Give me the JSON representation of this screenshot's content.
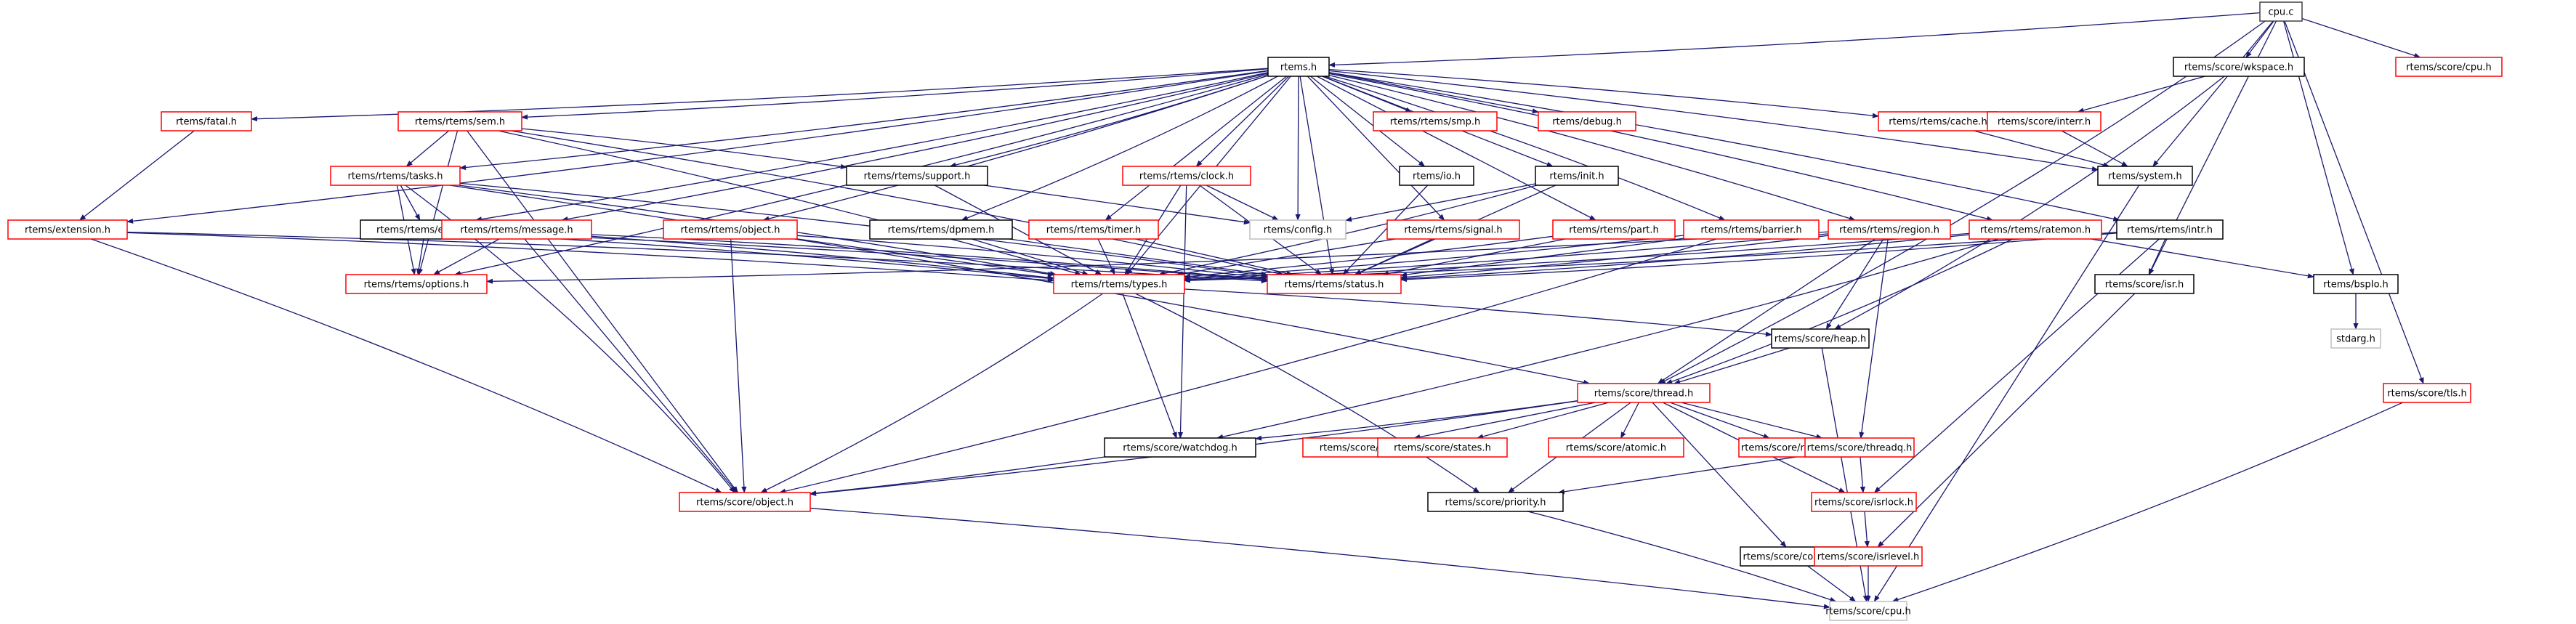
{
  "title": "cpu.c include dependency graph",
  "colors": {
    "edge": "#191970",
    "root_fill": "#bfbfbf",
    "root_border": "#404040",
    "documented_border": "#000000",
    "truncated_border": "#ff0000",
    "external_border": "#bfbfbf"
  },
  "nodes": [
    {
      "id": "cpu_c",
      "label": "cpu.c",
      "kind": "root"
    },
    {
      "id": "rtems_h",
      "label": "rtems.h",
      "kind": "documented"
    },
    {
      "id": "wkspace",
      "label": "rtems/score/wkspace.h",
      "kind": "documented"
    },
    {
      "id": "score_cpu_top",
      "label": "rtems/score/cpu.h",
      "kind": "truncated"
    },
    {
      "id": "fatal",
      "label": "rtems/fatal.h",
      "kind": "truncated"
    },
    {
      "id": "sem",
      "label": "rtems/rtems/sem.h",
      "kind": "truncated"
    },
    {
      "id": "smp",
      "label": "rtems/rtems/smp.h",
      "kind": "truncated"
    },
    {
      "id": "debug",
      "label": "rtems/debug.h",
      "kind": "truncated"
    },
    {
      "id": "cache",
      "label": "rtems/rtems/cache.h",
      "kind": "truncated"
    },
    {
      "id": "interr",
      "label": "rtems/score/interr.h",
      "kind": "truncated"
    },
    {
      "id": "tasks",
      "label": "rtems/rtems/tasks.h",
      "kind": "truncated"
    },
    {
      "id": "support",
      "label": "rtems/rtems/support.h",
      "kind": "documented"
    },
    {
      "id": "clock",
      "label": "rtems/rtems/clock.h",
      "kind": "truncated"
    },
    {
      "id": "io",
      "label": "rtems/io.h",
      "kind": "documented"
    },
    {
      "id": "init",
      "label": "rtems/init.h",
      "kind": "documented"
    },
    {
      "id": "system",
      "label": "rtems/system.h",
      "kind": "documented"
    },
    {
      "id": "extension",
      "label": "rtems/extension.h",
      "kind": "truncated"
    },
    {
      "id": "event",
      "label": "rtems/rtems/event.h",
      "kind": "documented"
    },
    {
      "id": "message",
      "label": "rtems/rtems/message.h",
      "kind": "truncated"
    },
    {
      "id": "object",
      "label": "rtems/rtems/object.h",
      "kind": "truncated"
    },
    {
      "id": "dpmem",
      "label": "rtems/rtems/dpmem.h",
      "kind": "documented"
    },
    {
      "id": "timer",
      "label": "rtems/rtems/timer.h",
      "kind": "truncated"
    },
    {
      "id": "config",
      "label": "rtems/config.h",
      "kind": "external"
    },
    {
      "id": "signal",
      "label": "rtems/rtems/signal.h",
      "kind": "truncated"
    },
    {
      "id": "part",
      "label": "rtems/rtems/part.h",
      "kind": "truncated"
    },
    {
      "id": "barrier",
      "label": "rtems/rtems/barrier.h",
      "kind": "truncated"
    },
    {
      "id": "region",
      "label": "rtems/rtems/region.h",
      "kind": "truncated"
    },
    {
      "id": "ratemon",
      "label": "rtems/rtems/ratemon.h",
      "kind": "truncated"
    },
    {
      "id": "intr",
      "label": "rtems/rtems/intr.h",
      "kind": "documented"
    },
    {
      "id": "options",
      "label": "rtems/rtems/options.h",
      "kind": "truncated"
    },
    {
      "id": "types",
      "label": "rtems/rtems/types.h",
      "kind": "truncated"
    },
    {
      "id": "status",
      "label": "rtems/rtems/status.h",
      "kind": "truncated"
    },
    {
      "id": "isr",
      "label": "rtems/score/isr.h",
      "kind": "documented"
    },
    {
      "id": "bspio",
      "label": "rtems/bspIo.h",
      "kind": "documented"
    },
    {
      "id": "heap",
      "label": "rtems/score/heap.h",
      "kind": "documented"
    },
    {
      "id": "stdarg",
      "label": "stdarg.h",
      "kind": "external"
    },
    {
      "id": "thread",
      "label": "rtems/score/thread.h",
      "kind": "truncated"
    },
    {
      "id": "tls",
      "label": "rtems/score/tls.h",
      "kind": "truncated"
    },
    {
      "id": "watchdog",
      "label": "rtems/score/watchdog.h",
      "kind": "documented"
    },
    {
      "id": "stack",
      "label": "rtems/score/stack.h",
      "kind": "truncated"
    },
    {
      "id": "states",
      "label": "rtems/score/states.h",
      "kind": "truncated"
    },
    {
      "id": "atomic",
      "label": "rtems/score/atomic.h",
      "kind": "truncated"
    },
    {
      "id": "resource",
      "label": "rtems/score/resource.h",
      "kind": "truncated"
    },
    {
      "id": "threadq",
      "label": "rtems/score/threadq.h",
      "kind": "truncated"
    },
    {
      "id": "score_object",
      "label": "rtems/score/object.h",
      "kind": "truncated"
    },
    {
      "id": "priority",
      "label": "rtems/score/priority.h",
      "kind": "documented"
    },
    {
      "id": "isrlock",
      "label": "rtems/score/isrlock.h",
      "kind": "truncated"
    },
    {
      "id": "context",
      "label": "rtems/score/context.h",
      "kind": "documented"
    },
    {
      "id": "isrlevel",
      "label": "rtems/score/isrlevel.h",
      "kind": "truncated"
    },
    {
      "id": "score_cpu",
      "label": "rtems/score/cpu.h",
      "kind": "external"
    }
  ],
  "edges": [
    [
      "cpu_c",
      "rtems_h"
    ],
    [
      "cpu_c",
      "wkspace"
    ],
    [
      "cpu_c",
      "score_cpu_top"
    ],
    [
      "cpu_c",
      "system"
    ],
    [
      "cpu_c",
      "isr"
    ],
    [
      "cpu_c",
      "bspio"
    ],
    [
      "cpu_c",
      "thread"
    ],
    [
      "cpu_c",
      "tls"
    ],
    [
      "rtems_h",
      "fatal"
    ],
    [
      "rtems_h",
      "sem"
    ],
    [
      "rtems_h",
      "smp"
    ],
    [
      "rtems_h",
      "debug"
    ],
    [
      "rtems_h",
      "cache"
    ],
    [
      "rtems_h",
      "tasks"
    ],
    [
      "rtems_h",
      "support"
    ],
    [
      "rtems_h",
      "clock"
    ],
    [
      "rtems_h",
      "io"
    ],
    [
      "rtems_h",
      "init"
    ],
    [
      "rtems_h",
      "system"
    ],
    [
      "rtems_h",
      "extension"
    ],
    [
      "rtems_h",
      "event"
    ],
    [
      "rtems_h",
      "message"
    ],
    [
      "rtems_h",
      "object"
    ],
    [
      "rtems_h",
      "dpmem"
    ],
    [
      "rtems_h",
      "timer"
    ],
    [
      "rtems_h",
      "config"
    ],
    [
      "rtems_h",
      "signal"
    ],
    [
      "rtems_h",
      "part"
    ],
    [
      "rtems_h",
      "barrier"
    ],
    [
      "rtems_h",
      "region"
    ],
    [
      "rtems_h",
      "ratemon"
    ],
    [
      "rtems_h",
      "intr"
    ],
    [
      "rtems_h",
      "options"
    ],
    [
      "rtems_h",
      "types"
    ],
    [
      "rtems_h",
      "status"
    ],
    [
      "wkspace",
      "interr"
    ],
    [
      "wkspace",
      "heap"
    ],
    [
      "cache",
      "system"
    ],
    [
      "interr",
      "system"
    ],
    [
      "system",
      "score_cpu"
    ],
    [
      "fatal",
      "extension"
    ],
    [
      "sem",
      "tasks"
    ],
    [
      "sem",
      "options"
    ],
    [
      "sem",
      "support"
    ],
    [
      "sem",
      "types"
    ],
    [
      "sem",
      "status"
    ],
    [
      "sem",
      "score_object"
    ],
    [
      "tasks",
      "event"
    ],
    [
      "tasks",
      "options"
    ],
    [
      "tasks",
      "types"
    ],
    [
      "tasks",
      "status"
    ],
    [
      "tasks",
      "thread"
    ],
    [
      "tasks",
      "score_object"
    ],
    [
      "extension",
      "types"
    ],
    [
      "extension",
      "status"
    ],
    [
      "extension",
      "score_object"
    ],
    [
      "event",
      "options"
    ],
    [
      "event",
      "types"
    ],
    [
      "event",
      "status"
    ],
    [
      "message",
      "options"
    ],
    [
      "message",
      "types"
    ],
    [
      "message",
      "status"
    ],
    [
      "message",
      "score_object"
    ],
    [
      "support",
      "types"
    ],
    [
      "support",
      "config"
    ],
    [
      "object",
      "types"
    ],
    [
      "object",
      "status"
    ],
    [
      "object",
      "score_object"
    ],
    [
      "dpmem",
      "types"
    ],
    [
      "dpmem",
      "status"
    ],
    [
      "timer",
      "types"
    ],
    [
      "timer",
      "status"
    ],
    [
      "clock",
      "config"
    ],
    [
      "clock",
      "types"
    ],
    [
      "clock",
      "status"
    ],
    [
      "clock",
      "watchdog"
    ],
    [
      "io",
      "status"
    ],
    [
      "init",
      "config"
    ],
    [
      "init",
      "types"
    ],
    [
      "init",
      "status"
    ],
    [
      "signal",
      "types"
    ],
    [
      "signal",
      "status"
    ],
    [
      "part",
      "types"
    ],
    [
      "part",
      "status"
    ],
    [
      "barrier",
      "types"
    ],
    [
      "barrier",
      "status"
    ],
    [
      "barrier",
      "score_object"
    ],
    [
      "region",
      "types"
    ],
    [
      "region",
      "status"
    ],
    [
      "region",
      "heap"
    ],
    [
      "region",
      "threadq"
    ],
    [
      "region",
      "thread"
    ],
    [
      "region",
      "options"
    ],
    [
      "ratemon",
      "types"
    ],
    [
      "ratemon",
      "status"
    ],
    [
      "ratemon",
      "thread"
    ],
    [
      "ratemon",
      "bspio"
    ],
    [
      "ratemon",
      "watchdog"
    ],
    [
      "intr",
      "types"
    ],
    [
      "intr",
      "status"
    ],
    [
      "intr",
      "isr"
    ],
    [
      "intr",
      "isrlock"
    ],
    [
      "types",
      "heap"
    ],
    [
      "types",
      "watchdog"
    ],
    [
      "types",
      "score_object"
    ],
    [
      "types",
      "priority"
    ],
    [
      "isr",
      "isrlevel"
    ],
    [
      "bspio",
      "stdarg"
    ],
    [
      "heap",
      "thread"
    ],
    [
      "heap",
      "score_cpu"
    ],
    [
      "thread",
      "watchdog"
    ],
    [
      "thread",
      "stack"
    ],
    [
      "thread",
      "states"
    ],
    [
      "thread",
      "atomic"
    ],
    [
      "thread",
      "resource"
    ],
    [
      "thread",
      "threadq"
    ],
    [
      "thread",
      "score_object"
    ],
    [
      "thread",
      "priority"
    ],
    [
      "thread",
      "isrlock"
    ],
    [
      "thread",
      "context"
    ],
    [
      "tls",
      "score_cpu"
    ],
    [
      "watchdog",
      "score_object"
    ],
    [
      "threadq",
      "priority"
    ],
    [
      "threadq",
      "isrlock"
    ],
    [
      "score_object",
      "score_cpu"
    ],
    [
      "priority",
      "score_cpu"
    ],
    [
      "isrlock",
      "isrlevel"
    ],
    [
      "context",
      "score_cpu"
    ],
    [
      "isrlevel",
      "score_cpu"
    ]
  ]
}
